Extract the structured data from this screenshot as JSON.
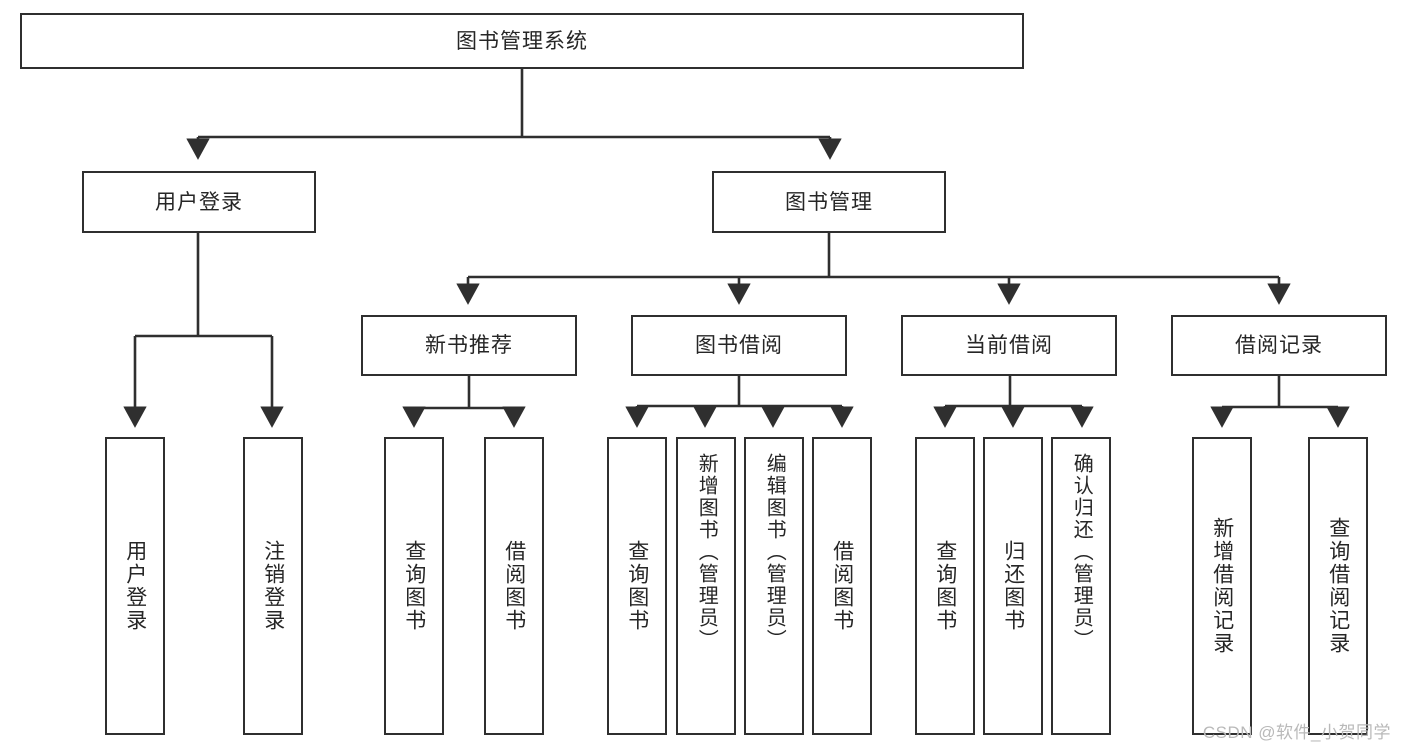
{
  "diagram": {
    "title_node": {
      "label": "图书管理系统"
    },
    "level1": [
      {
        "id": "user-login",
        "label": "用户登录"
      },
      {
        "id": "book-management",
        "label": "图书管理"
      }
    ],
    "level2": [
      {
        "id": "new-book-recommend",
        "label": "新书推荐"
      },
      {
        "id": "book-borrow",
        "label": "图书借阅"
      },
      {
        "id": "current-borrow",
        "label": "当前借阅"
      },
      {
        "id": "borrow-record",
        "label": "借阅记录"
      }
    ],
    "leaves": [
      {
        "id": "leaf-user-login",
        "label": "用户登录",
        "parent": "user-login"
      },
      {
        "id": "leaf-logout-login",
        "label": "注销登录",
        "parent": "user-login"
      },
      {
        "id": "leaf-query-book-1",
        "label": "查询图书",
        "parent": "new-book-recommend"
      },
      {
        "id": "leaf-borrow-book-1",
        "label": "借阅图书",
        "parent": "new-book-recommend"
      },
      {
        "id": "leaf-query-book-2",
        "label": "查询图书",
        "parent": "book-borrow"
      },
      {
        "id": "leaf-add-book",
        "label": "新增图书（管理员）",
        "parent": "book-borrow"
      },
      {
        "id": "leaf-edit-book",
        "label": "编辑图书（管理员）",
        "parent": "book-borrow"
      },
      {
        "id": "leaf-borrow-book-2",
        "label": "借阅图书",
        "parent": "book-borrow"
      },
      {
        "id": "leaf-query-book-3",
        "label": "查询图书",
        "parent": "current-borrow"
      },
      {
        "id": "leaf-return-book",
        "label": "归还图书",
        "parent": "current-borrow"
      },
      {
        "id": "leaf-confirm-return",
        "label": "确认归还（管理员）",
        "parent": "current-borrow"
      },
      {
        "id": "leaf-add-record",
        "label": "新增借阅记录",
        "parent": "borrow-record"
      },
      {
        "id": "leaf-query-record",
        "label": "查询借阅记录",
        "parent": "borrow-record"
      }
    ]
  },
  "watermark": {
    "text": "CSDN @软件_小贺同学"
  },
  "colors": {
    "stroke": "#2f2f2f",
    "text": "#262626",
    "background": "#ffffff",
    "watermark": "#b9b9b9"
  }
}
